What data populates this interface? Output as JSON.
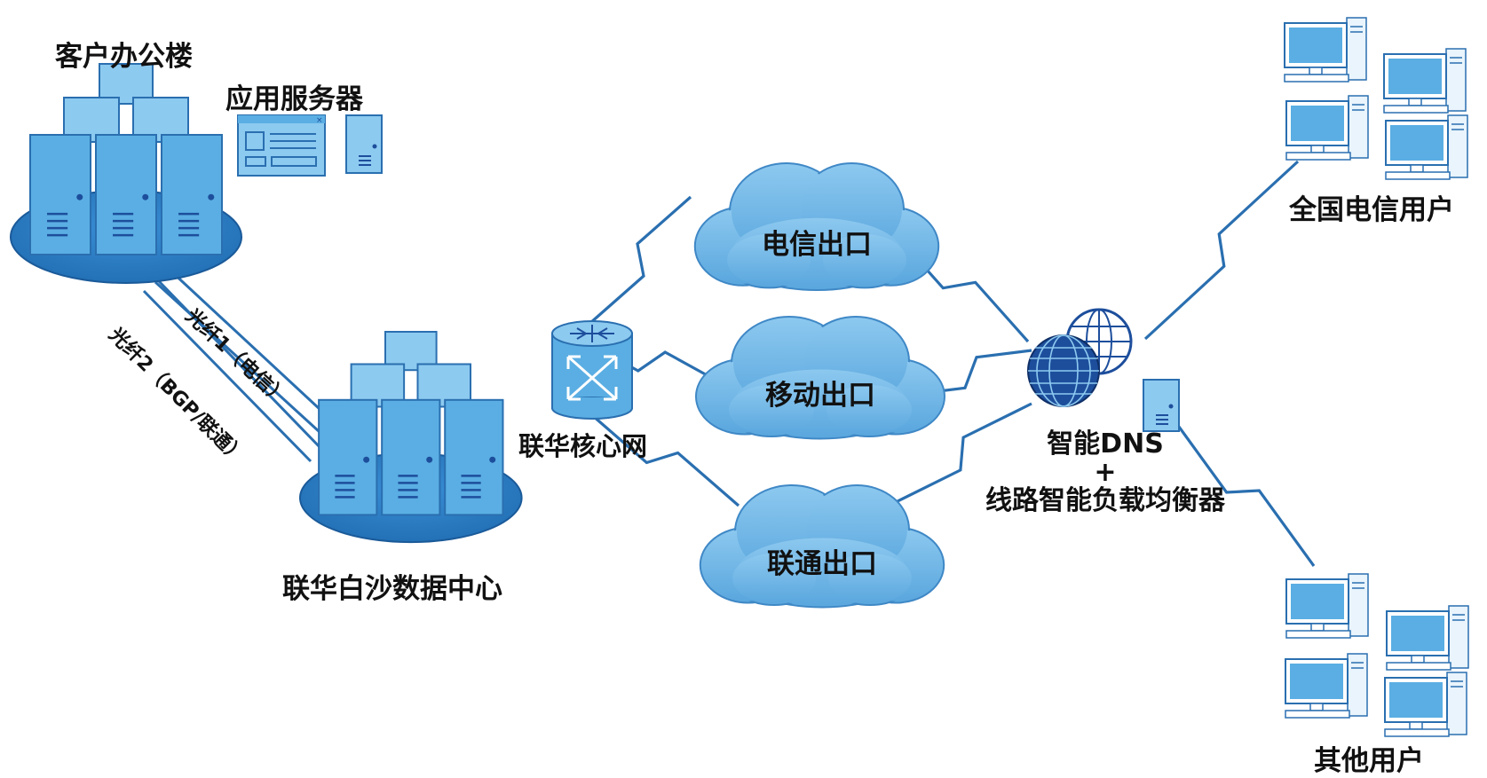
{
  "labels": {
    "client_building": "客户办公楼",
    "app_server": "应用服务器",
    "datacenter": "联华白沙数据中心",
    "fiber1": "光纤1（电信）",
    "fiber2": "光纤2（BGP/联通）",
    "core_network": "联华核心网",
    "telecom_exit": "电信出口",
    "mobile_exit": "移动出口",
    "unicom_exit": "联通出口",
    "dns_line1": "智能DNS",
    "dns_plus": "+",
    "dns_line2": "线路智能负载均衡器",
    "telecom_users": "全国电信用户",
    "other_users": "其他用户"
  },
  "colors": {
    "server_face": "#5aaee3",
    "server_top": "#8dcaf0",
    "server_edge": "#2a6fb0",
    "platform": "#2b7cc4",
    "cloud": "#6cb4e4",
    "link": "#2a6fb0",
    "globe": "#1d4e9c"
  },
  "icons": {
    "server_cluster": "server-cluster-icon",
    "router": "router-icon",
    "cloud": "cloud-icon",
    "globe": "globe-icon",
    "desktop": "desktop-computer-icon",
    "app_window": "application-window-icon"
  }
}
